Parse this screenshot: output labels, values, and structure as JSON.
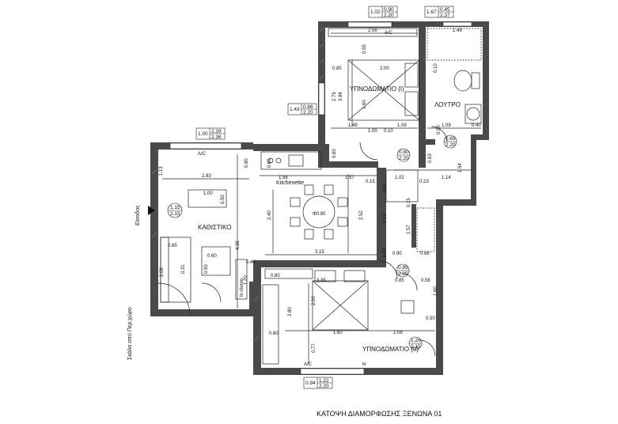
{
  "title": "ΚΑΤΟΨΗ ΔΙΑΜΟΡΦΩΣΗΣ ΞΕΝΩΝΑ 01",
  "rooms": {
    "bedroom1": "ΥΠΝΟΔΩΜΑΤΙΟ (Ι)",
    "bathroom": "ΛΟΥΤΡΟ",
    "kitchenette": "Kitchenette",
    "living": "ΚΑΘΙΣΤΙΚΟ",
    "bedroom2": "ΥΠΝΟΔΩΜΑΤΙΟ (ΙΙ)"
  },
  "labels": {
    "entrance": "Είσοδος",
    "stair_link": "Σκάλα από Περ.χώρο",
    "ac": "A/C",
    "tv": "tv",
    "tv_stereo": "tv-stereo",
    "table_dia": "Φ0.90"
  },
  "openings": {
    "w_bed1_top": {
      "a": "1.02",
      "b": "0.90",
      "c": "2.20"
    },
    "w_bath_top": {
      "a": "1.67",
      "b": "0.45",
      "c": "2.37"
    },
    "w_bed1_left": {
      "a": "1.43",
      "b": "0.66",
      "c": "2.20"
    },
    "w_living_top": {
      "a": "1.00",
      "b": "2.29",
      "c": "2.36"
    },
    "w_bed2_bottom": {
      "a": "0.94",
      "b": "1.22",
      "c": "2.20"
    },
    "d_entry": {
      "b": "1.15",
      "c": "2.15"
    },
    "d_bed1": {
      "b": "0.80",
      "c": "2.20"
    },
    "d_bath": {
      "b": "0.65",
      "c": "2.20"
    },
    "d_bed2": {
      "b": "0.85",
      "c": "2.20"
    },
    "d_bed2_balcony": {
      "b": "1.20",
      "c": "2.15"
    }
  },
  "dimensions": {
    "d_256": "2.56",
    "d_149a": "1.49",
    "d_055": "0.55",
    "d_279": "2.79",
    "d_384": "3.84",
    "d_085a": "0.85",
    "d_200a": "2.00",
    "d_160a": "1.60",
    "d_010a": "0.10",
    "d_149b": "1.49",
    "d_109a": "1.09",
    "d_100a": "1.00",
    "d_010b": "0.10",
    "d_109b": "1.09",
    "d_040a": "0.40",
    "d_050a": "0.50",
    "d_060a": "0.60",
    "d_063": "0.63",
    "d_154": "1.54",
    "d_158": "1.58",
    "d_157a": "1.57",
    "d_015a": "0.15",
    "d_095": "0.95",
    "d_102": "1.02",
    "d_023": "0.23",
    "d_114": "1.14",
    "d_113": "1.13",
    "d_283": "2.83",
    "d_080a": "0.80",
    "d_065": "0.65",
    "d_100b": "1.00",
    "d_050b": "0.50",
    "d_240": "2.40",
    "d_252": "2.52",
    "d_435": "4.35",
    "d_015b": "0.15",
    "d_100c": "1.00",
    "d_157b": "1.57",
    "d_085b": "0.85",
    "d_060b": "0.60",
    "d_090a": "0.90",
    "d_208a": "2.08",
    "d_031": "0.31",
    "d_040b": "0.40",
    "d_120a": "1.20",
    "d_315": "3.15",
    "d_057": "0.57",
    "d_090b": "0.90",
    "d_068": "0.68",
    "d_080b": "0.80",
    "d_335": "3.35",
    "d_085c": "0.85",
    "d_058": "0.58",
    "d_200b": "2.00",
    "d_160b": "1.60",
    "d_280": "2.80",
    "d_060c": "0.60",
    "d_160c": "1.60",
    "d_208b": "2.08",
    "d_050c": "0.50",
    "d_077": "0.77"
  }
}
